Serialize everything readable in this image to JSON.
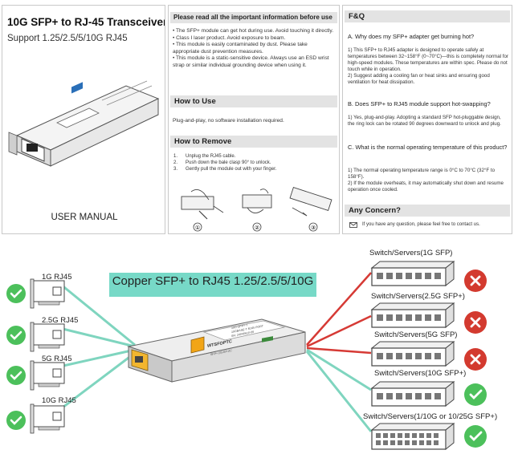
{
  "manual": {
    "cover": {
      "title": "10G SFP+ to RJ-45 Transceiver",
      "subtitle": "Support 1.25/2.5/5/10G RJ45",
      "footer": "USER MANUAL"
    },
    "info_header": "Please read all the important information before use",
    "info_text": [
      "• The SFP+ module can get hot during use. Avoid touching it directly.",
      "• Class I laser product. Avoid exposure to beam.",
      "• This module is easily contaminated by dust. Please take appropriate dust prevention measures.",
      "• This module is a static-sensitive device. Always use an ESD wrist strap or similar individual grounding device when using it."
    ],
    "how_to_use": {
      "header": "How to Use",
      "text": "Plug-and-play, no software installation required."
    },
    "how_to_remove": {
      "header": "How to Remove",
      "steps": [
        {
          "n": "1.",
          "text": "Unplug the RJ45 cable."
        },
        {
          "n": "2.",
          "text": "Push down the bale clasp 90°  to unlock."
        },
        {
          "n": "3.",
          "text": "Gently pull the module out with your finger."
        }
      ],
      "figure_numbers": [
        "①",
        "②",
        "③"
      ]
    },
    "faq": {
      "header": "F&Q",
      "qa": [
        {
          "q": "A.  Why does my SFP+ adapter get burning hot?",
          "a": [
            "1) This SFP+ to RJ45 adapter is designed to operate safely at temperatures between 32~158°F (0~70°C)—this is completely normal for high-speed modules. These temperatures are within spec. Please do not touch while in operation.",
            "2)  Suggest adding a cooling fan or heat sinks and ensuring good ventilation for heat dissipation."
          ]
        },
        {
          "q": "B.  Does SFP+ to RJ45 module support hot-swapping?",
          "a": [
            "1)  Yes, plug-and-play. Adopting a standard SFP hot-pluggable design, the ring lock can be rotated 90 degrees downward to unlock and plug."
          ]
        },
        {
          "q": "C.  What is the normal operating temperature of this product?",
          "a": [
            "1) The normal operating temperature range is 0°C to 70°C (32°F to 158°F).",
            "2)  If the module overheats, it may automatically shut down and resume operation once cooled."
          ]
        }
      ],
      "concern_header": "Any Concern?",
      "contact": "If you have any question, please feel free to contact us."
    }
  },
  "diagram": {
    "banner": "Copper SFP+ to RJ45 1.25/2.5/5/10G",
    "cards": [
      {
        "label": "1G RJ45"
      },
      {
        "label": "2.5G RJ45"
      },
      {
        "label": "5G RJ45"
      },
      {
        "label": "10G RJ45"
      }
    ],
    "switches": [
      {
        "label": "Switch/Servers(1G SFP)",
        "status": "unsupported"
      },
      {
        "label": "Switch/Servers(2.5G SFP+)",
        "status": "unsupported"
      },
      {
        "label": "Switch/Servers(5G SFP)",
        "status": "unsupported"
      },
      {
        "label": "Switch/Servers(10G SFP+)",
        "status": "supported"
      },
      {
        "label": "Switch/Servers(1/10G or 10/25G SFP+)",
        "status": "supported"
      }
    ],
    "module_text": {
      "brand": "WTSFOPTC",
      "line1": "10G-SFP+-T",
      "line2": "10GBASE-T RJ45 PORT",
      "line3": "SN: 24040610-06",
      "line4": "SFP+ (S)-KP-ZC"
    },
    "colors": {
      "banner": "#77d9c7",
      "supported_line": "#7fd5bf",
      "unsupported_line": "#d63a35",
      "check": "#4cc05b",
      "cross": "#d33a2f"
    }
  }
}
